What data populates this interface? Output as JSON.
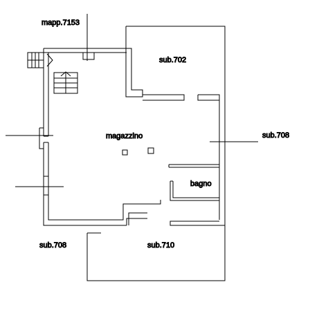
{
  "labels": {
    "parcel": "mapp.7153",
    "sub_702": "sub.702",
    "sub_708_right": "sub.708",
    "sub_708_left": "sub.708",
    "sub_710": "sub.710",
    "warehouse": "magazzino",
    "bathroom": "bagno"
  },
  "colors": {
    "line": "#000000",
    "background": "#ffffff"
  }
}
